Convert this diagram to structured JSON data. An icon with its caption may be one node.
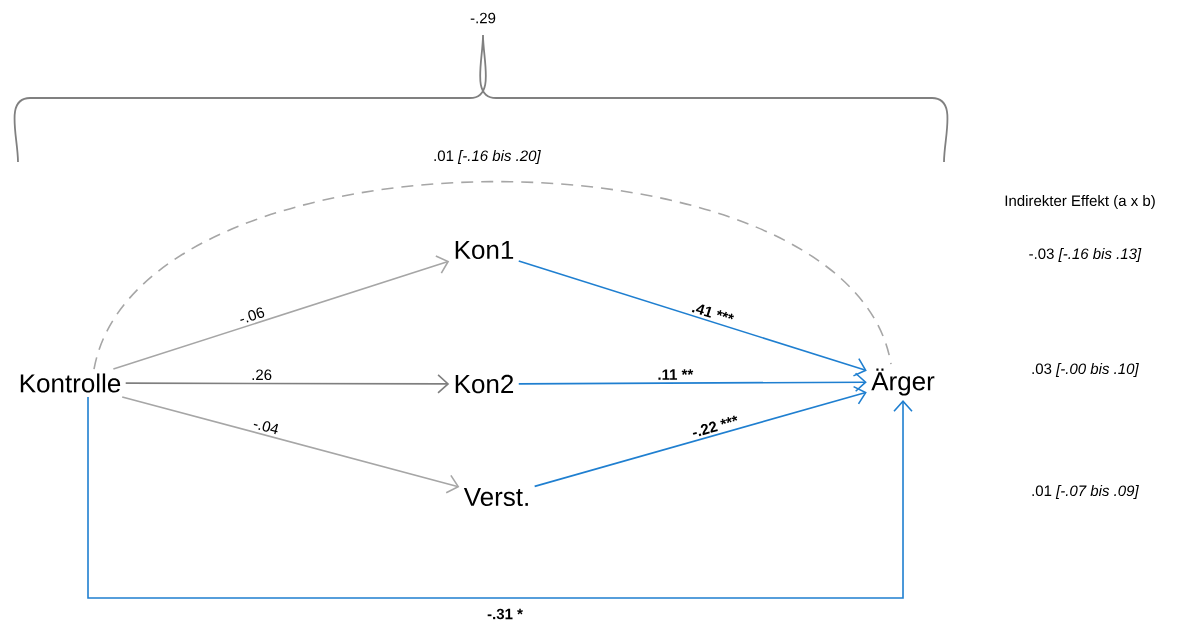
{
  "diagram": {
    "nodes": [
      {
        "text": [
          "Kontrolle"
        ]
      },
      {
        "text": [
          "Kon1"
        ]
      },
      {
        "text": [
          "Kon2"
        ]
      },
      {
        "text": [
          "Verst."
        ]
      },
      {
        "text": [
          "Ärger"
        ]
      }
    ],
    "edges": [
      {
        "from": 0,
        "to": 1,
        "arrow": "to",
        "label": "-.06",
        "color": "#a6a6a6"
      },
      {
        "from": 0,
        "to": 2,
        "arrow": "to",
        "label": ".26",
        "color": "#7f7f7f"
      },
      {
        "from": 0,
        "to": 3,
        "arrow": "to",
        "label": "-.04",
        "color": "#a6a6a6"
      },
      {
        "from": 1,
        "to": 4,
        "arrow": "to",
        "label": ".41 ***",
        "color": "#1f7fd0"
      },
      {
        "from": 2,
        "to": 4,
        "arrow": "to",
        "label": ".11 **",
        "color": "#1f7fd0"
      },
      {
        "from": 3,
        "to": 4,
        "arrow": "to",
        "label": "-.22 ***",
        "color": "#1f7fd0"
      },
      {
        "from": 0,
        "to": 4,
        "arrow": "to",
        "label": "-.31 *",
        "color": "#1f7fd0"
      },
      {
        "from": 0,
        "to": 4,
        "arrow": "none",
        "label": ".01 *[-.16 bis .20]*",
        "style": "dashed",
        "color": "#a6a6a6"
      }
    ],
    "labels": [
      "-.29",
      "Indirekter Effekt (a x b)",
      "-.03 *[-.16 bis .13]*",
      ".03 *[-.00 bis .10]*",
      ".01 *[-.07 bis .09]*"
    ]
  }
}
